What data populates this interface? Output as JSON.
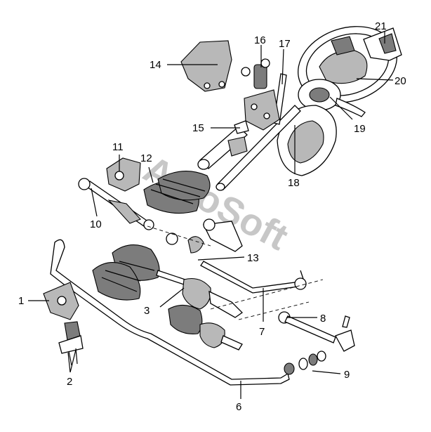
{
  "diagram": {
    "watermark": "AvtoSoft",
    "callouts": [
      {
        "id": "c1",
        "label": "1"
      },
      {
        "id": "c2",
        "label": "2"
      },
      {
        "id": "c3",
        "label": "3"
      },
      {
        "id": "c6",
        "label": "6"
      },
      {
        "id": "c7",
        "label": "7"
      },
      {
        "id": "c8",
        "label": "8"
      },
      {
        "id": "c9",
        "label": "9"
      },
      {
        "id": "c10",
        "label": "10"
      },
      {
        "id": "c11",
        "label": "11"
      },
      {
        "id": "c12",
        "label": "12"
      },
      {
        "id": "c13",
        "label": "13"
      },
      {
        "id": "c14",
        "label": "14"
      },
      {
        "id": "c15",
        "label": "15"
      },
      {
        "id": "c16",
        "label": "16"
      },
      {
        "id": "c17",
        "label": "17"
      },
      {
        "id": "c18",
        "label": "18"
      },
      {
        "id": "c19",
        "label": "19"
      },
      {
        "id": "c20",
        "label": "20"
      },
      {
        "id": "c21",
        "label": "21"
      }
    ]
  }
}
